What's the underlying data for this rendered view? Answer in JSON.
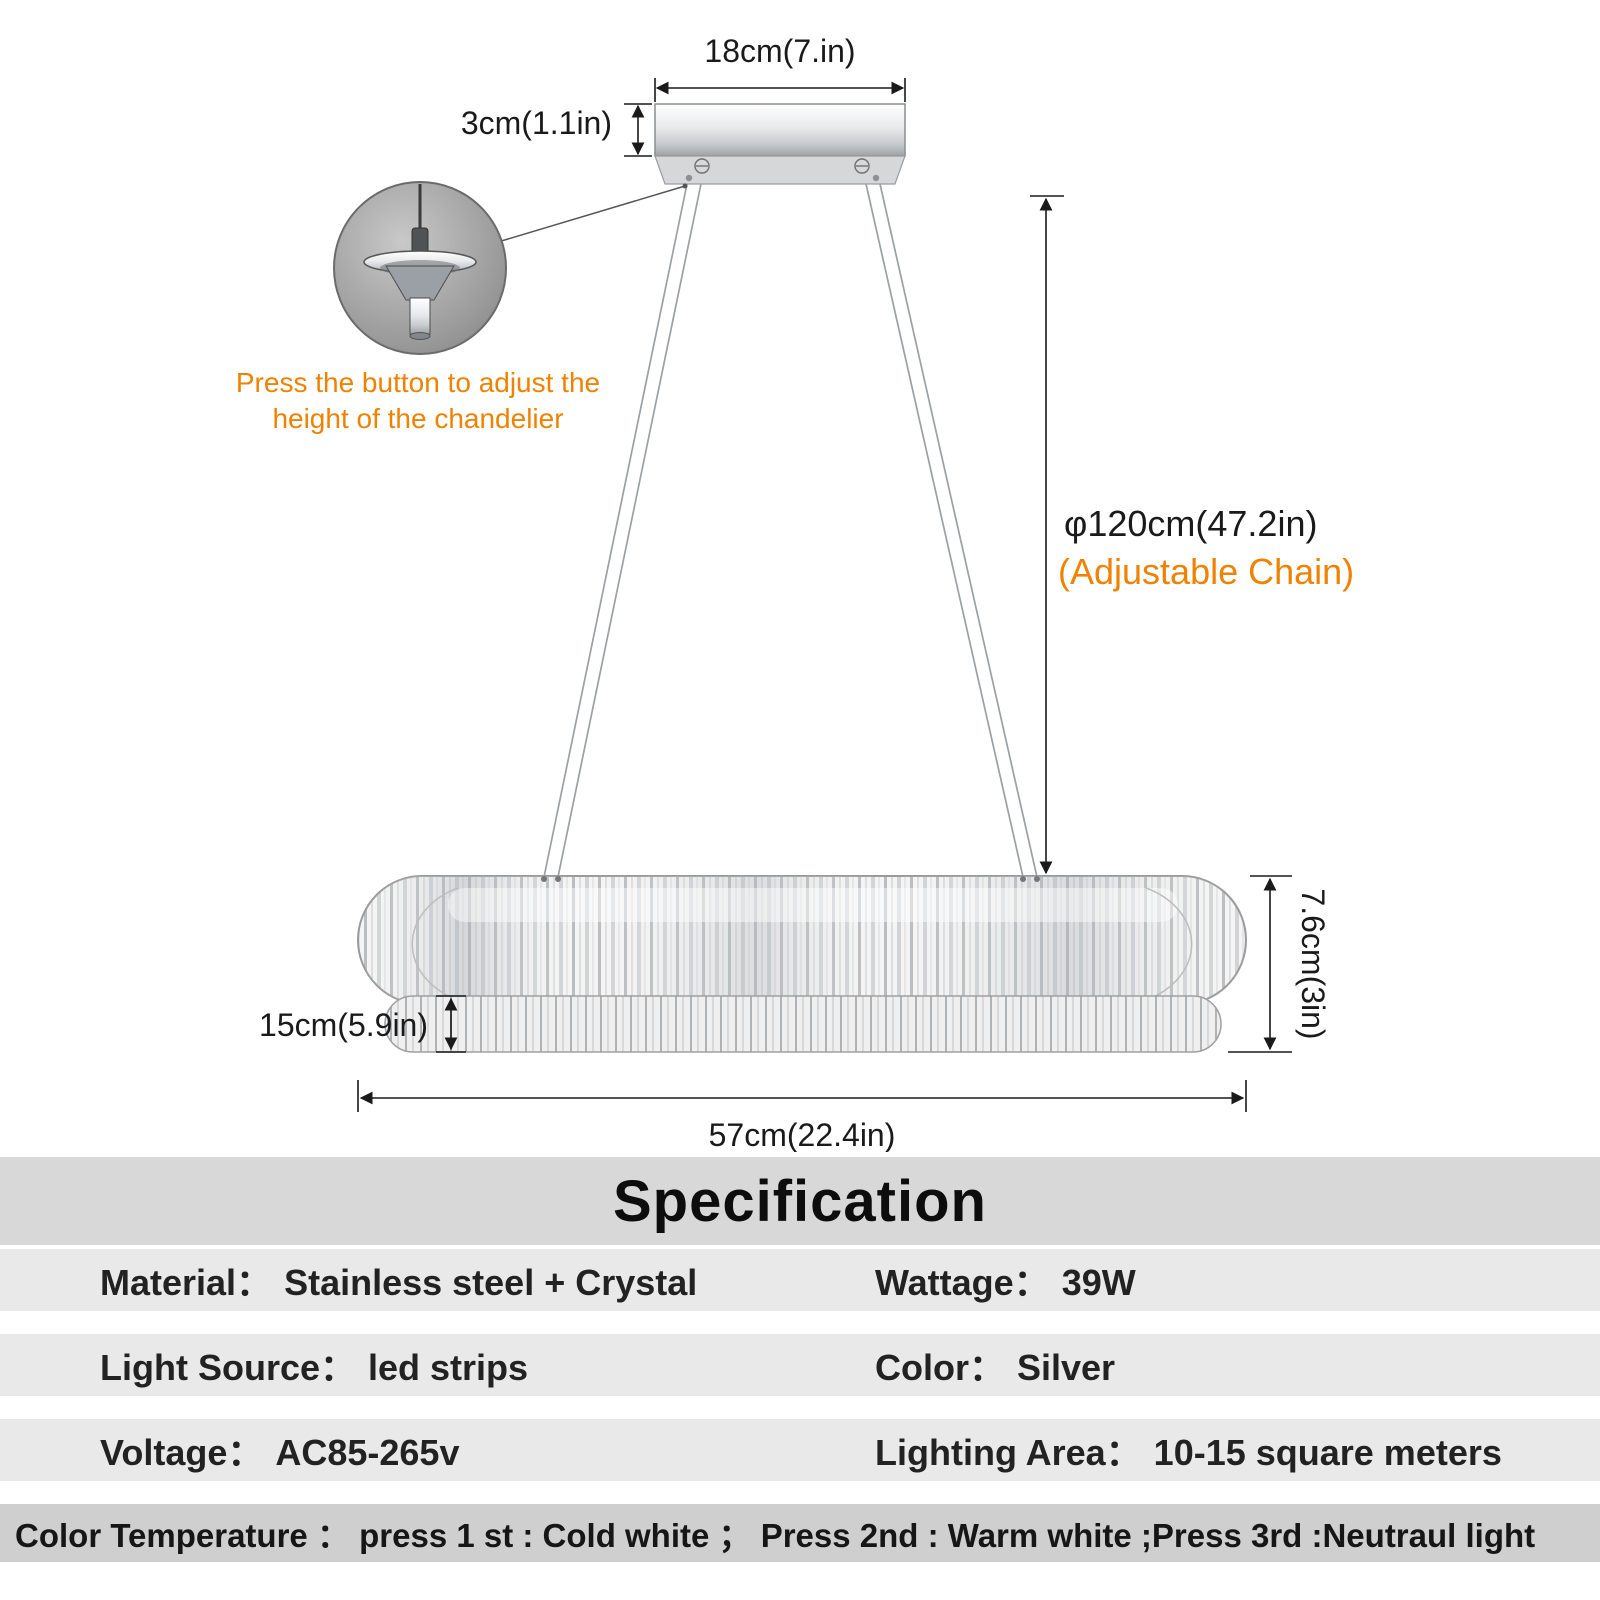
{
  "colors": {
    "accent_orange": "#ef8200"
  },
  "diagram": {
    "labels": {
      "mount_width": "18cm(7.in)",
      "mount_height": "3cm(1.1in)",
      "chain_length": "φ120cm(47.2in)",
      "chain_note": "(Adjustable Chain)",
      "fixture_height": "7.6cm(3in)",
      "fixture_depth": "15cm(5.9in)",
      "fixture_length": "57cm(22.4in)"
    },
    "callout": {
      "line1": "Press the button to adjust the",
      "line2": "height of the chandelier"
    }
  },
  "spec": {
    "title": "Specification",
    "rows": [
      {
        "left_label": "Material：",
        "left_value": "Stainless steel + Crystal",
        "right_label": "Wattage：",
        "right_value": "39W"
      },
      {
        "left_label": "Light Source：",
        "left_value": "led strips",
        "right_label": "Color：",
        "right_value": "Silver"
      },
      {
        "left_label": "Voltage：",
        "left_value": "AC85-265v",
        "right_label": "Lighting Area：",
        "right_value": "10-15 square meters"
      }
    ],
    "color_temperature": "Color Temperature ： press 1 st : Cold white ； Press 2nd : Warm white ;Press 3rd :Neutraul light"
  }
}
